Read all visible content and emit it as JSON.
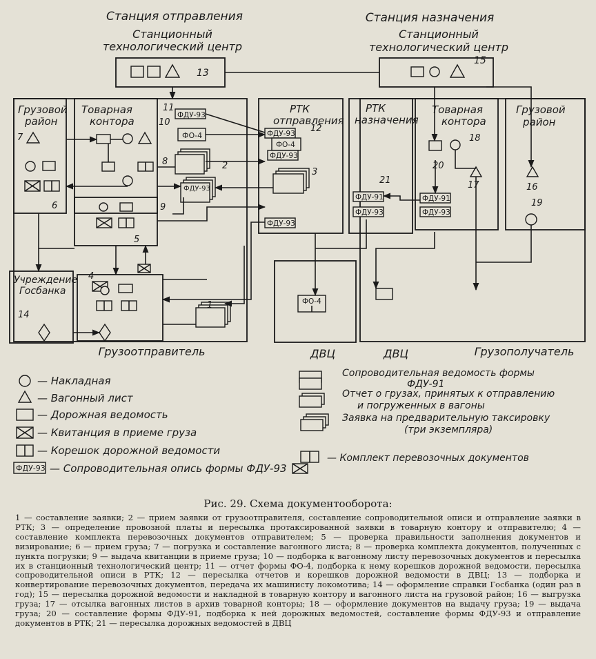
{
  "stations": {
    "origin_title": "Станция отправления",
    "dest_title": "Станция назначения",
    "center_line1": "Станционный",
    "center_line2": "технологический центр"
  },
  "nodes": {
    "cargo_area": [
      "Грузовой",
      "район"
    ],
    "goods_office": [
      "Товарная",
      "контора"
    ],
    "rtk_dep": [
      "РТК",
      "отправления"
    ],
    "rtk_dest": [
      "РТК",
      "назначения"
    ],
    "gosbank": [
      "Учреждение",
      "Госбанка"
    ],
    "shipper": "Грузоотправитель",
    "receiver": "Грузополучатель",
    "dvc": "ДВЦ",
    "fdu93": "ФДУ-93",
    "fdu91": "ФДУ-91",
    "fo4": "ФО-4"
  },
  "step_numbers": [
    "1",
    "2",
    "3",
    "4",
    "5",
    "6",
    "7",
    "8",
    "9",
    "10",
    "11",
    "12",
    "13",
    "14",
    "15",
    "16",
    "17",
    "18",
    "19",
    "20",
    "21"
  ],
  "legend": {
    "left": [
      {
        "icon": "circle-icon",
        "label": "— Накладная"
      },
      {
        "icon": "triangle-icon",
        "label": "— Вагонный лист"
      },
      {
        "icon": "rectangle-icon",
        "label": "— Дорожная ведомость"
      },
      {
        "icon": "crossed-box-icon",
        "label": "— Квитанция в приеме груза"
      },
      {
        "icon": "split-box-icon",
        "label": "— Корешок дорожной ведомости"
      },
      {
        "icon": "fdu93-icon",
        "label": "— Сопроводительная опись формы ФДУ-93"
      }
    ],
    "right": [
      {
        "icon": "double-box-icon",
        "label": [
          "Сопроводительная ведомость формы",
          "ФДУ-91"
        ]
      },
      {
        "icon": "stacked-sheets-icon",
        "label": [
          "Отчет о грузах, принятых к отправлению",
          "и погруженных в вагоны"
        ]
      },
      {
        "icon": "triple-sheets-icon",
        "label": [
          "Заявка на предварительную таксировку",
          "(три экземпляра)"
        ]
      },
      {
        "icon": "document-set-icon",
        "label": [
          "— Комплект перевозочных документов"
        ]
      }
    ]
  },
  "caption": {
    "title": "Рис. 29. Схема документооборота:",
    "body": "1 — составление заявки; 2 — прием заявки от грузоотправителя, составление сопроводительной описи и отправление заявки в РТК; 3 — определение провозной платы и пересылка протаксированной заявки в товарную контору и отправителю; 4 — составление комплекта перевозочных документов отправителем; 5 — проверка правильности заполнения документов и визирование; 6 — прием груза; 7 — погрузка и составление вагонного листа; 8 — проверка комплекта документов, полученных с пункта погрузки; 9 — выдача квитанции в приеме груза; 10 — подборка к вагонному листу перевозочных документов и пересылка их в станционный технологический центр; 11 — отчет формы ФО-4, подборка к нему корешков дорожной ведомости, пересылка сопроводительной описи в РТК; 12 — пересылка отчетов и корешков дорожной ведомости в ДВЦ; 13 — подборка и конвертирование перевозочных документов, передача их машинисту локомотива; 14 — оформление справки Госбанка (один раз в год); 15 — пересылка дорожной ведомости и накладной в товарную контору и вагонного листа на грузовой район; 16 — выгрузка груза; 17 — отсылка вагонных листов в архив товарной конторы; 18 — оформление документов на выдачу груза; 19 — выдача груза; 20 — составление формы ФДУ-91, подборка к ней дорожных ведомостей, составление формы ФДУ-93 и отправление документов в РТК; 21 — пересылка дорожных ведомостей в ДВЦ"
  }
}
